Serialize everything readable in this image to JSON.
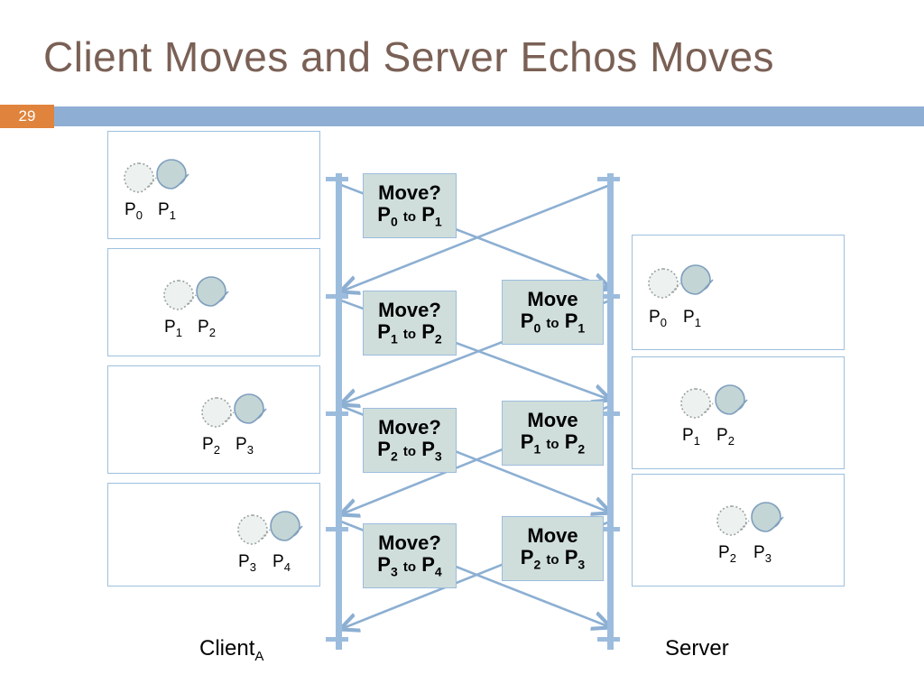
{
  "slide": {
    "title": "Client Moves and Server Echos Moves",
    "number": "29",
    "accent_orange": "#e0833c",
    "accent_blue": "#8faed4",
    "title_color": "#7a6055",
    "box_fill": "#cfdedb",
    "line_color": "#9cbcdd"
  },
  "endpoints": {
    "client_label": "Client",
    "client_sub": "A",
    "server_label": "Server"
  },
  "client_panels": [
    {
      "ghost": "P",
      "ghost_sub": "0",
      "solid": "P",
      "solid_sub": "1"
    },
    {
      "ghost": "P",
      "ghost_sub": "1",
      "solid": "P",
      "solid_sub": "2"
    },
    {
      "ghost": "P",
      "ghost_sub": "2",
      "solid": "P",
      "solid_sub": "3"
    },
    {
      "ghost": "P",
      "ghost_sub": "3",
      "solid": "P",
      "solid_sub": "4"
    }
  ],
  "server_panels": [
    {
      "ghost": "P",
      "ghost_sub": "0",
      "solid": "P",
      "solid_sub": "1"
    },
    {
      "ghost": "P",
      "ghost_sub": "1",
      "solid": "P",
      "solid_sub": "2"
    },
    {
      "ghost": "P",
      "ghost_sub": "2",
      "solid": "P",
      "solid_sub": "3"
    }
  ],
  "request_messages": [
    {
      "title": "Move?",
      "from": "P",
      "from_sub": "0",
      "to": "to",
      "dest": "P",
      "dest_sub": "1"
    },
    {
      "title": "Move?",
      "from": "P",
      "from_sub": "1",
      "to": "to",
      "dest": "P",
      "dest_sub": "2"
    },
    {
      "title": "Move?",
      "from": "P",
      "from_sub": "2",
      "to": "to",
      "dest": "P",
      "dest_sub": "3"
    },
    {
      "title": "Move?",
      "from": "P",
      "from_sub": "3",
      "to": "to",
      "dest": "P",
      "dest_sub": "4"
    }
  ],
  "echo_messages": [
    {
      "title": "Move",
      "from": "P",
      "from_sub": "0",
      "to": "to",
      "dest": "P",
      "dest_sub": "1"
    },
    {
      "title": "Move",
      "from": "P",
      "from_sub": "1",
      "to": "to",
      "dest": "P",
      "dest_sub": "2"
    },
    {
      "title": "Move",
      "from": "P",
      "from_sub": "2",
      "to": "to",
      "dest": "P",
      "dest_sub": "3"
    }
  ]
}
